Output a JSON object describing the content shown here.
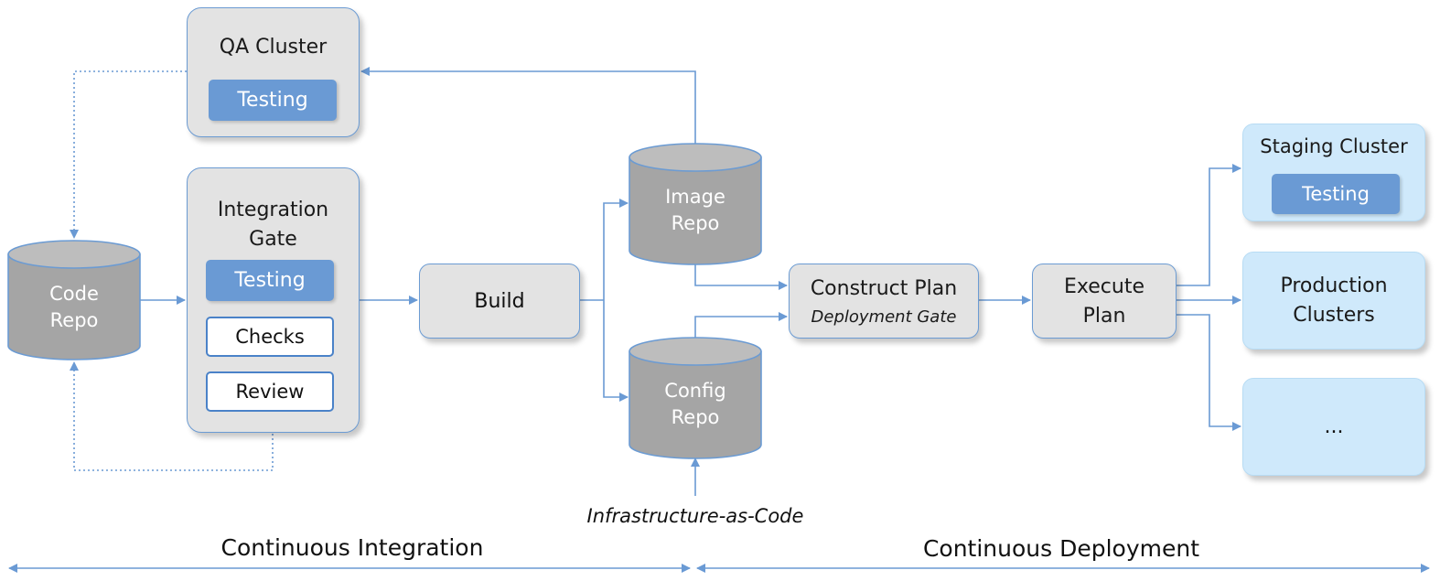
{
  "qa_cluster": {
    "title": "QA Cluster",
    "tag": "Testing"
  },
  "integration_gate": {
    "title_line1": "Integration",
    "title_line2": "Gate",
    "testing": "Testing",
    "checks": "Checks",
    "review": "Review"
  },
  "code_repo": {
    "line1": "Code",
    "line2": "Repo"
  },
  "build": {
    "label": "Build"
  },
  "image_repo": {
    "line1": "Image",
    "line2": "Repo"
  },
  "config_repo": {
    "line1": "Config",
    "line2": "Repo"
  },
  "construct_plan": {
    "title": "Construct Plan",
    "subtitle": "Deployment Gate"
  },
  "execute_plan": {
    "line1": "Execute",
    "line2": "Plan"
  },
  "staging_cluster": {
    "title": "Staging Cluster",
    "tag": "Testing"
  },
  "production_clusters": {
    "line1": "Production",
    "line2": "Clusters"
  },
  "more_clusters": {
    "label": "..."
  },
  "infra_as_code": {
    "label": "Infrastructure-as-Code"
  },
  "phases": {
    "ci": "Continuous Integration",
    "cd": "Continuous Deployment"
  },
  "colors": {
    "connector": "#6a9ad4",
    "box_fill": "#e3e3e3",
    "cylinder": "#a5a5a5",
    "cluster_fill": "#cfe9fb",
    "tag_fill": "#6a9ad4"
  }
}
